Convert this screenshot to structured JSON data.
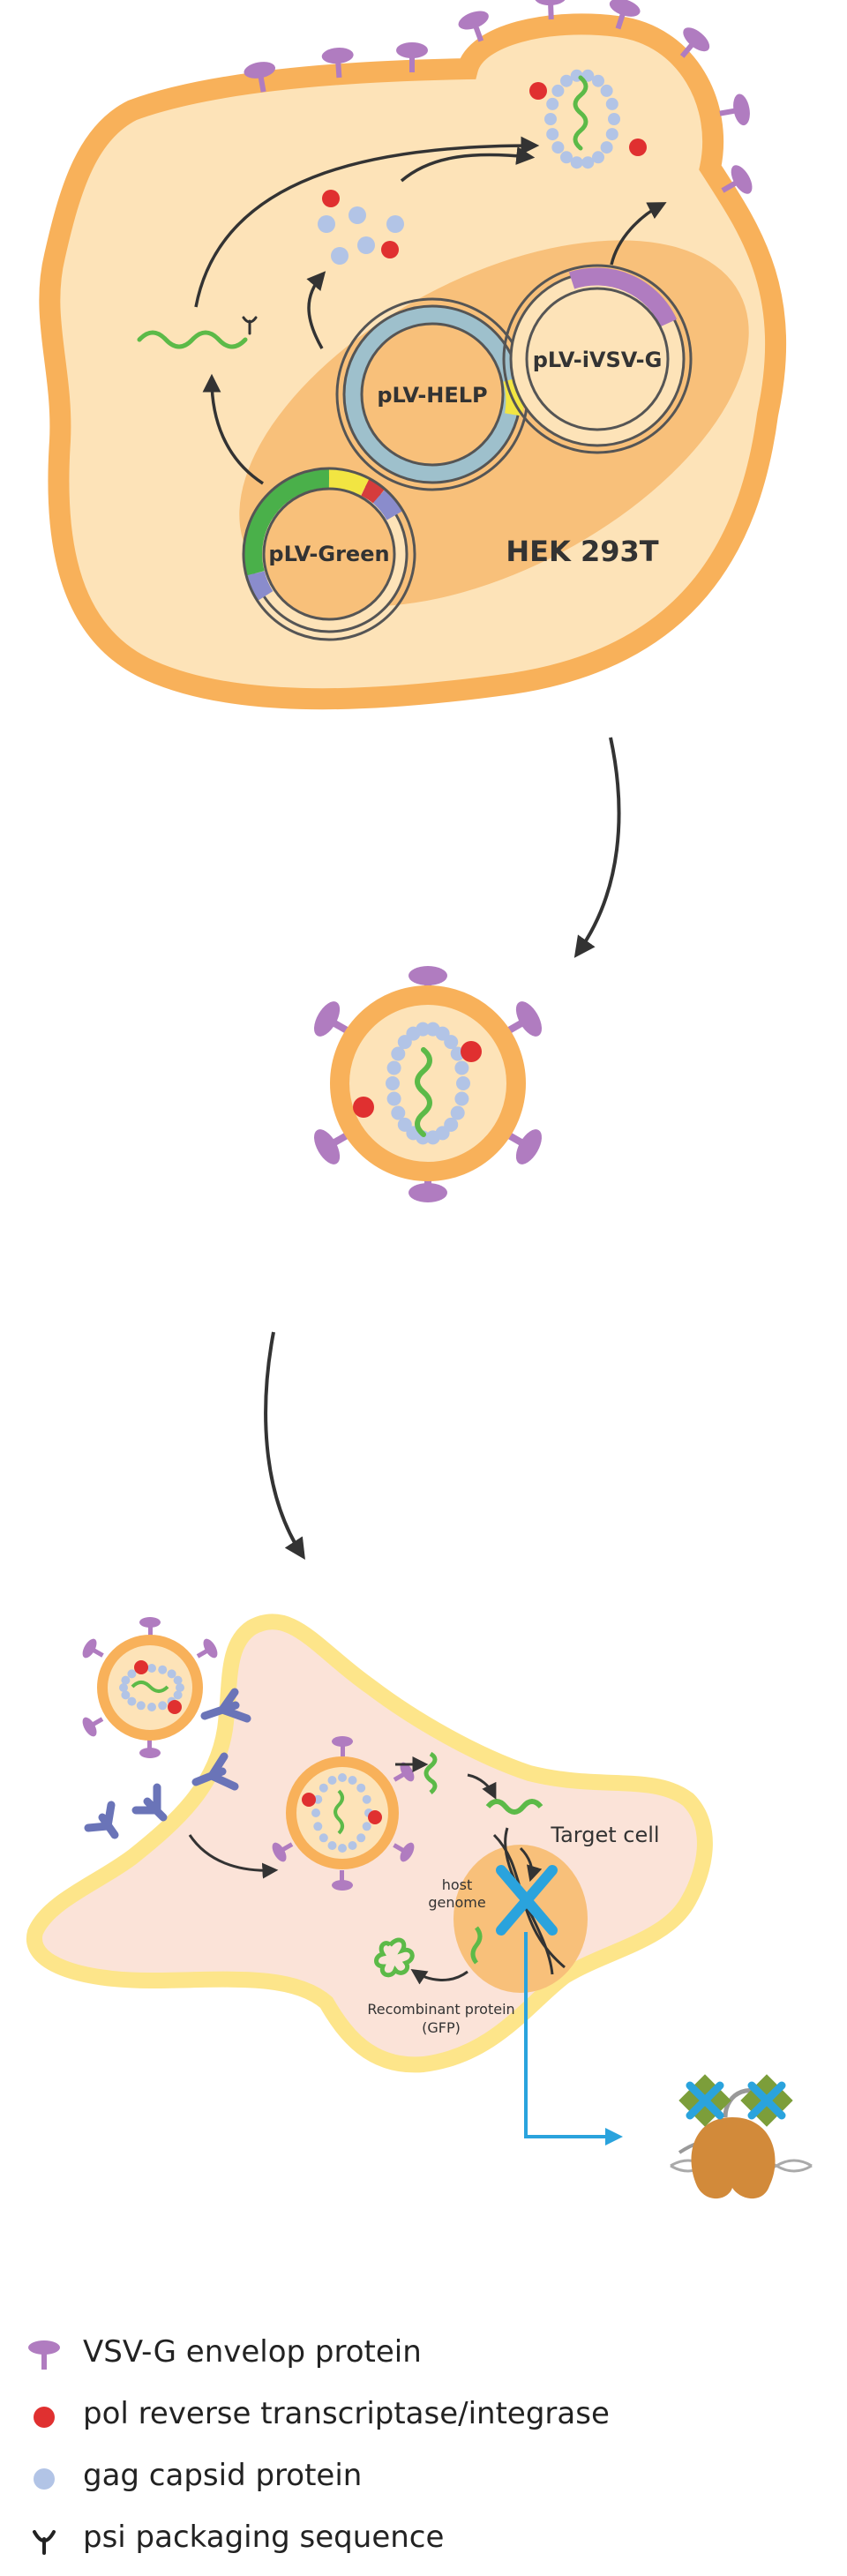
{
  "labels": {
    "producer_cell": "HEK 293T",
    "target_cell": "Target cell",
    "host_genome_line1": "host",
    "host_genome_line2": "genome",
    "protein_line1": "Recombinant protein",
    "protein_line2": "(GFP)"
  },
  "plasmids": {
    "green": "pLV-Green",
    "help": "pLV-HELP",
    "vsvg": "pLV-iVSV-G"
  },
  "legend": [
    {
      "icon": "vsvg-envelope-icon",
      "label": "VSV-G envelop protein"
    },
    {
      "icon": "pol-dot-icon",
      "label": "pol reverse transcriptase/integrase"
    },
    {
      "icon": "gag-dot-icon",
      "label": "gag capsid protein"
    },
    {
      "icon": "psi-icon",
      "label": "psi packaging sequence"
    }
  ],
  "colors": {
    "cell_fill": "#fde3b8",
    "cell_border": "#f8b15a",
    "nucleus": "#f8c07a",
    "vsvg_purple": "#b07cc0",
    "pol_red": "#e03030",
    "gag_blue": "#b2c4e6",
    "rna_green": "#5cba48",
    "target_fill": "#fbe3d8",
    "target_border": "#fde58a",
    "receptor": "#6a74b8",
    "cross_blue": "#2aa3dd"
  }
}
